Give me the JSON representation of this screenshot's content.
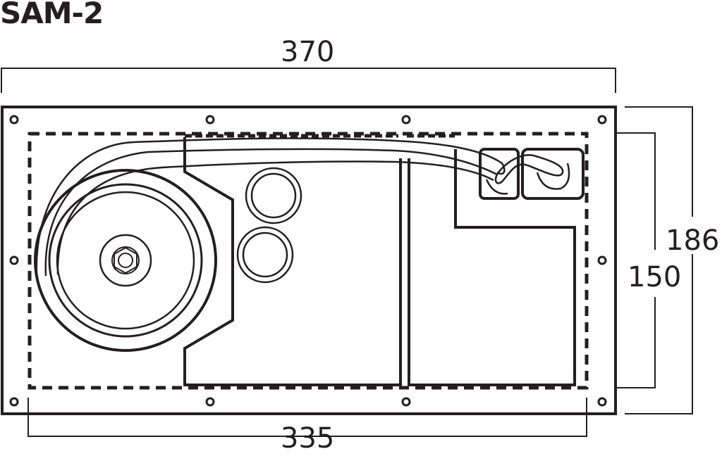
{
  "title": "SAM-2",
  "dimensions": {
    "overall_width": "370",
    "cutout_width": "335",
    "overall_height": "186",
    "cutout_height": "150"
  },
  "colors": {
    "line": "#231f20",
    "background": "#ffffff"
  }
}
